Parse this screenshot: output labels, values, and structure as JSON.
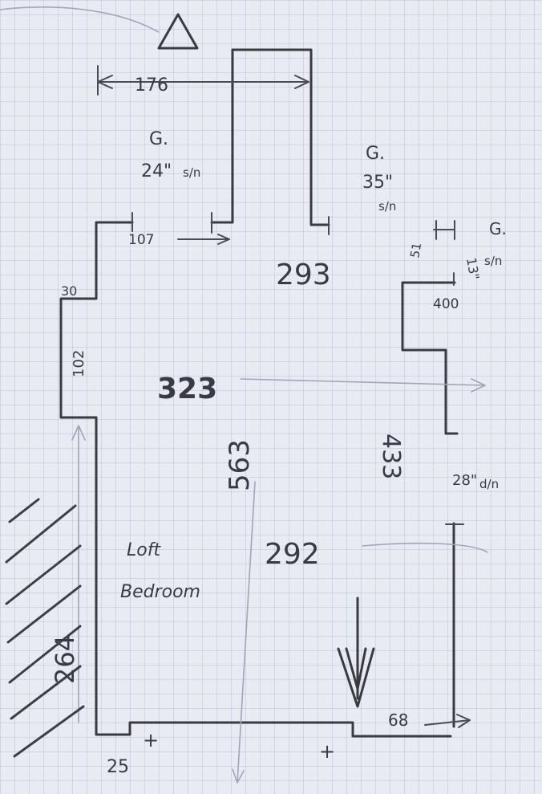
{
  "room": {
    "label_line1": "Loft",
    "label_line2": "Bedroom"
  },
  "dimensions": {
    "top_width": "176",
    "top_left_ledge": "107",
    "main_width_top": "293",
    "main_width_mid": "323",
    "main_width_bottom": "292",
    "full_length": "563",
    "left_wall": "264",
    "left_notch_height": "102",
    "left_notch_depth": "30",
    "right_wall": "433",
    "right_notch": "400",
    "right_notch_small": "51",
    "bottom_left": "25",
    "bottom_right": "68",
    "cross_marks": [
      "+",
      "+"
    ]
  },
  "windows": {
    "left": {
      "type": "G.",
      "size": "24\"",
      "note": "s/n"
    },
    "middle": {
      "type": "G.",
      "size": "35\"",
      "note": "s/n"
    },
    "right": {
      "type": "G.",
      "size": "13\"",
      "note": "s/n"
    },
    "door": {
      "size": "28\"",
      "note": "d/n"
    }
  },
  "colors": {
    "paper": "#e9ebf2",
    "grid": "#8c9ac8",
    "pencil": "#3a3a40",
    "faint": "#a0a6b8"
  }
}
